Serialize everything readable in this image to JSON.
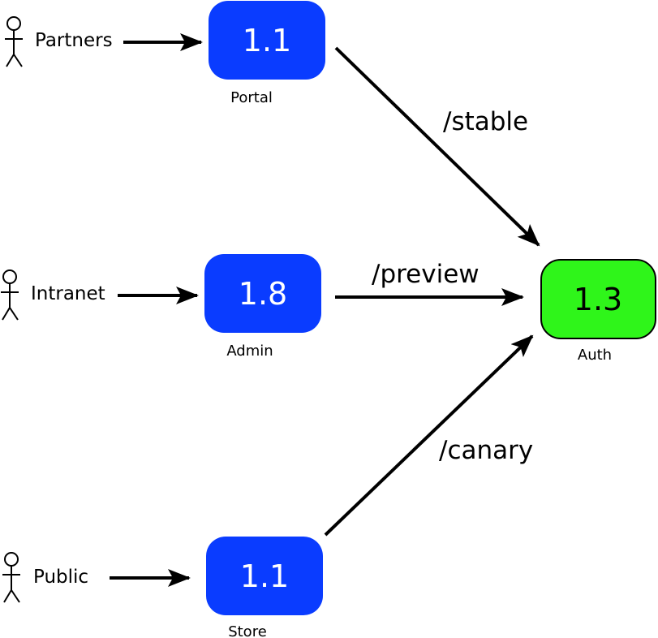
{
  "actors": {
    "partners": "Partners",
    "intranet": "Intranet",
    "public": "Public"
  },
  "services": {
    "portal": {
      "version": "1.1",
      "name": "Portal"
    },
    "admin": {
      "version": "1.8",
      "name": "Admin"
    },
    "store": {
      "version": "1.1",
      "name": "Store"
    },
    "auth": {
      "version": "1.3",
      "name": "Auth"
    }
  },
  "routes": {
    "stable": "/stable",
    "preview": "/preview",
    "canary": "/canary"
  },
  "colors": {
    "service_fill": "#0a3cff",
    "auth_fill": "#2ff51a",
    "stroke": "#000000"
  }
}
